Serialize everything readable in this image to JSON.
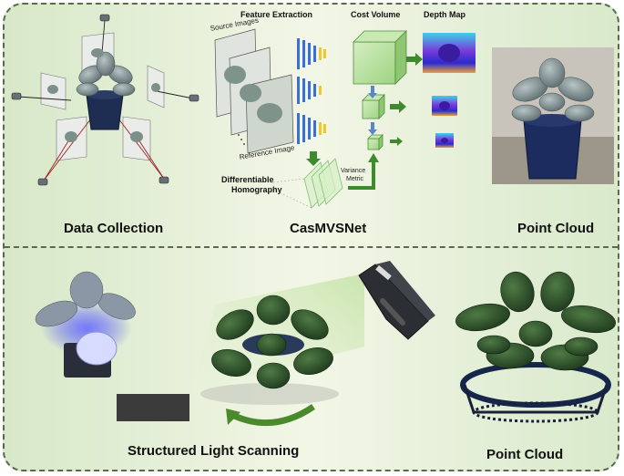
{
  "top": {
    "data_collection_label": "Data Collection",
    "casmvsnet_label": "CasMVSNet",
    "point_cloud_label": "Point Cloud",
    "feature_extraction": "Feature Extraction",
    "cost_volume": "Cost Volume",
    "depth_map": "Depth Map",
    "source_images": "Source Images",
    "reference_image": "Reference Image",
    "variance_metric_line1": "Variance",
    "variance_metric_line2": "Metric",
    "homography_line1": "Differentiable",
    "homography_line2": "Homography"
  },
  "bottom": {
    "scanning_label": "Structured Light Scanning",
    "point_cloud_label": "Point Cloud"
  },
  "colors": {
    "panel_bg": "#e6efd8",
    "border": "#5a6a4a",
    "arrow_green": "#3f8a2e",
    "cube_green": "#b8e0a0",
    "feature_blue": "#3a6fd8",
    "feature_yellow": "#f2c62f"
  }
}
